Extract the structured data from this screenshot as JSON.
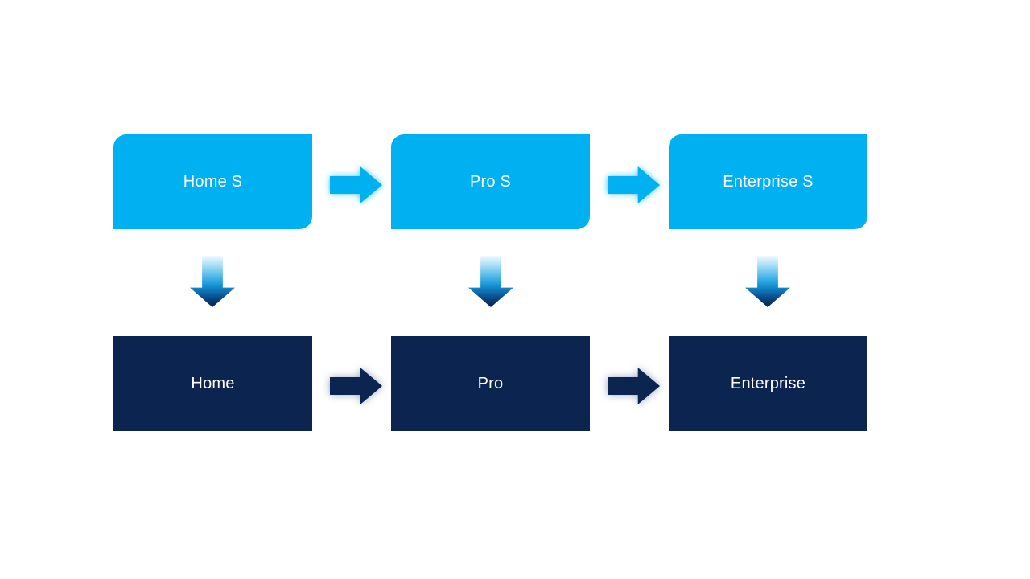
{
  "colors": {
    "accent_light": "#00B0F0",
    "accent_dark": "#0C2450"
  },
  "icons": {
    "right_arrow": "right-arrow",
    "down_arrow": "down-arrow"
  },
  "diagram": {
    "top_row": [
      {
        "label": "Home S"
      },
      {
        "label": "Pro S"
      },
      {
        "label": "Enterprise S"
      }
    ],
    "bottom_row": [
      {
        "label": "Home"
      },
      {
        "label": "Pro"
      },
      {
        "label": "Enterprise"
      }
    ]
  }
}
